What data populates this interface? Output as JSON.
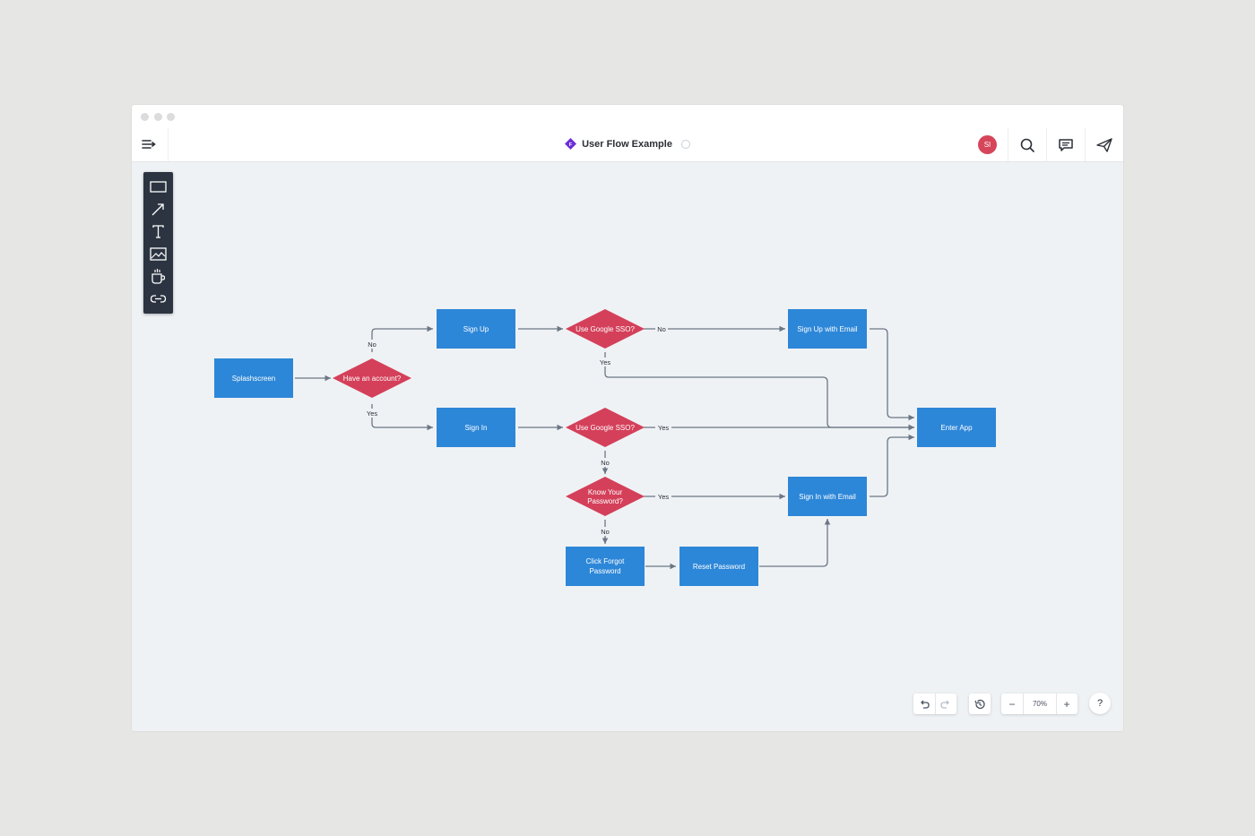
{
  "document": {
    "title": "User Flow Example",
    "app_icon_letter": "F",
    "accent_color": "#6d2fd8"
  },
  "toolbar": {
    "menu_icon": "hamburger-arrow-icon",
    "avatar_initials": "SI",
    "avatar_color": "#d6455a",
    "actions": [
      "search-icon",
      "comment-icon",
      "share-send-icon"
    ]
  },
  "tools_panel": {
    "tools": [
      "rectangle-tool-icon",
      "arrow-tool-icon",
      "text-tool-icon",
      "image-tool-icon",
      "sticker-cup-icon",
      "link-tool-icon"
    ]
  },
  "flow": {
    "colors": {
      "process": "#2d87d8",
      "decision": "#d4405a",
      "edge": "#6b7785"
    },
    "nodes": {
      "splashscreen": "Splashscreen",
      "have_account": "Have an account?",
      "sign_up": "Sign Up",
      "sign_in": "Sign In",
      "sso_signup": "Use Google SSO?",
      "sso_signin": "Use Google SSO?",
      "signup_email": "Sign Up with Email",
      "enter_app": "Enter App",
      "know_password_1": "Know Your",
      "know_password_2": "Password?",
      "signin_email": "Sign In with Email",
      "click_forgot_1": "Click Forgot",
      "click_forgot_2": "Password",
      "reset_password": "Reset Password"
    },
    "edge_labels": {
      "account_no": "No",
      "account_yes": "Yes",
      "signup_sso_no": "No",
      "signup_sso_yes": "Yes",
      "signin_sso_yes": "Yes",
      "signin_sso_no": "No",
      "password_yes": "Yes",
      "password_no": "No"
    }
  },
  "bottom_controls": {
    "undo_icon": "undo-icon",
    "redo_icon": "redo-icon",
    "history_icon": "history-icon",
    "zoom_out": "−",
    "zoom_level": "70%",
    "zoom_in": "+",
    "help": "?"
  }
}
